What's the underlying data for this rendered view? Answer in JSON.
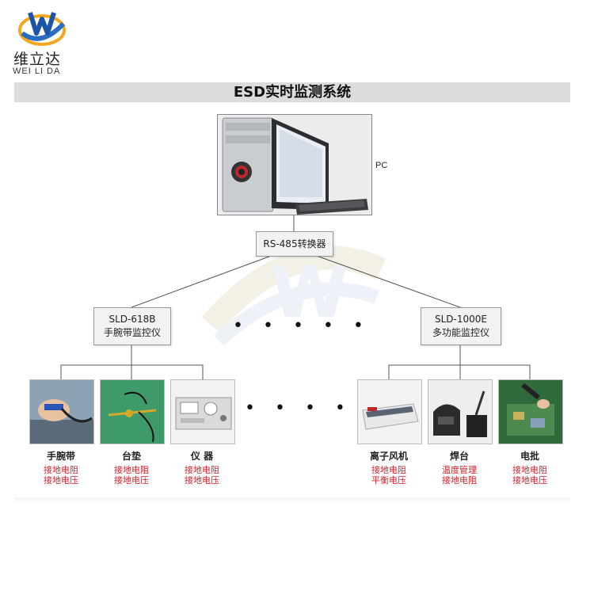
{
  "logo": {
    "name_cn": "维立达",
    "name_en": "WEI LI DA"
  },
  "title": "ESD实时监测系统",
  "pc": {
    "label": "PC"
  },
  "converter": {
    "label": "RS-485转换器"
  },
  "controllers": [
    {
      "model": "SLD-618B",
      "name": "手腕带监控仪"
    },
    {
      "model": "SLD-1000E",
      "name": "多功能监控仪"
    }
  ],
  "devices": [
    {
      "name": "手腕带",
      "props": [
        "接地电阻",
        "接地电压"
      ]
    },
    {
      "name": "台垫",
      "props": [
        "接地电阻",
        "接地电压"
      ]
    },
    {
      "name": "仪 器",
      "props": [
        "接地电阻",
        "接地电压"
      ]
    },
    {
      "name": "离子风机",
      "props": [
        "接地电阻",
        "平衡电压"
      ]
    },
    {
      "name": "焊台",
      "props": [
        "温度管理",
        "接地电阻"
      ]
    },
    {
      "name": "电批",
      "props": [
        "接地电阻",
        "接地电压"
      ]
    }
  ],
  "colors": {
    "accent_red": "#d2202a",
    "title_bar": "#dcdcdc",
    "logo_blue": "#2a6cc4",
    "logo_orange": "#f2a81d"
  },
  "ellipsis": "• • • • •",
  "ellipsis_bottom": "• • • • • •"
}
